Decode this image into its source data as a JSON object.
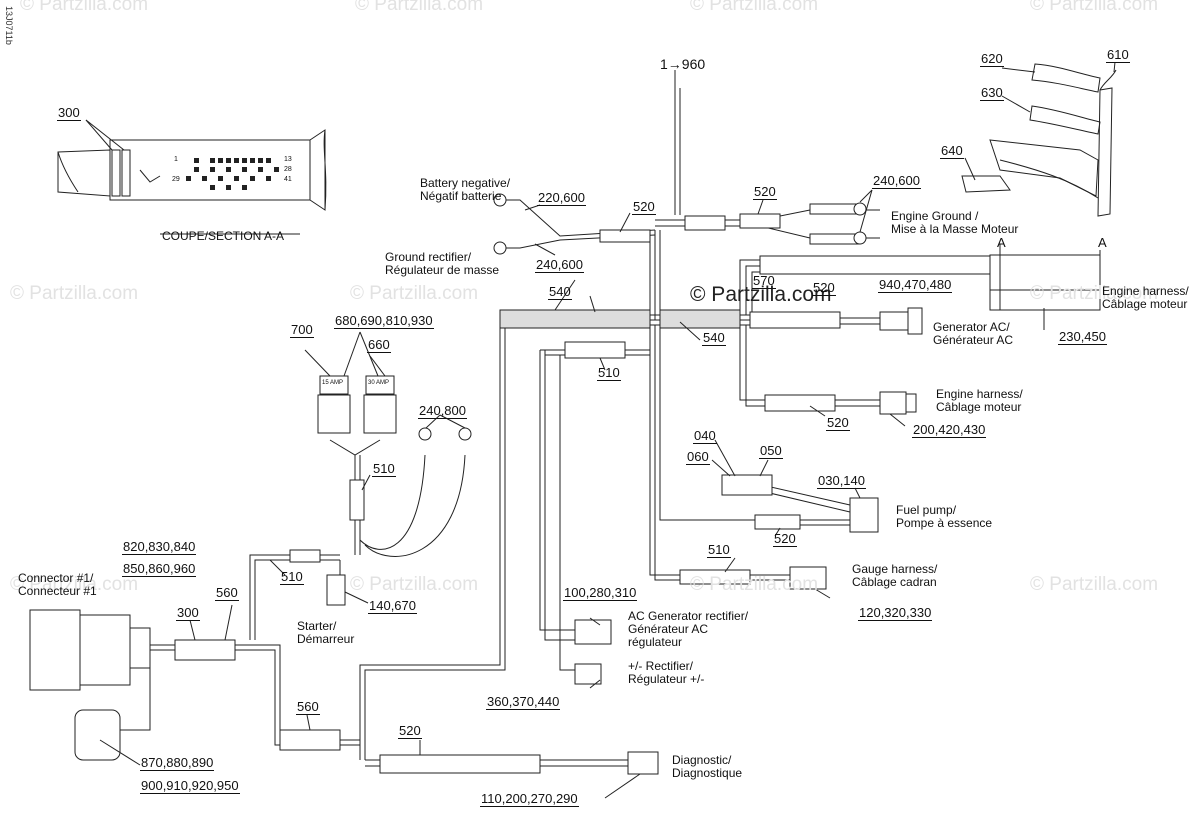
{
  "figure_id": "13J0711b",
  "watermark": "© Partzilla.com",
  "section_label": "COUPE/SECTION A-A",
  "callouts": {
    "r300_top": "300",
    "r1_960": "1→960",
    "r610": "610",
    "r620": "620",
    "r630": "630",
    "r640": "640",
    "r240_600_top": "240,600",
    "r520_top_a": "520",
    "r520_top_b": "520",
    "r220_600": "220,600",
    "r240_600_mid": "240,600",
    "r570": "570",
    "r520_mid": "520",
    "r940": "940,470,480",
    "r540_a": "540",
    "r540_b": "540",
    "r230_450": "230,450",
    "r700": "700",
    "r680": "680,690,810,930",
    "r660": "660",
    "r240_800": "240,800",
    "r510_a": "510",
    "r510_b": "510",
    "r520_c": "520",
    "r200_420": "200,420,430",
    "r040": "040",
    "r050": "050",
    "r060": "060",
    "r030_140": "030,140",
    "r520_d": "520",
    "r510_c": "510",
    "r120_320": "120,320,330",
    "r820": "820,830,840",
    "r850": "850,860,960",
    "r510_d": "510",
    "r140_670": "140,670",
    "r300_low": "300",
    "r560_a": "560",
    "r100_280": "100,280,310",
    "r360_370": "360,370,440",
    "r560_b": "560",
    "r520_e": "520",
    "r870": "870,880,890",
    "r900": "900,910,920,950",
    "r110_200": "110,200,270,290",
    "section_a_left": "A",
    "section_a_right": "A",
    "fuse_15": "15 AMP",
    "fuse_30": "30 AMP"
  },
  "labels": {
    "battery_negative": [
      "Battery negative/",
      "Négatif batterie"
    ],
    "ground_rectifier": [
      "Ground rectifier/",
      "Régulateur de masse"
    ],
    "engine_ground": [
      "Engine Ground /",
      "Mise à la Masse Moteur"
    ],
    "engine_harness_top": [
      "Engine harness/",
      "Câblage moteur"
    ],
    "generator_ac": [
      "Generator AC/",
      "Générateur AC"
    ],
    "engine_harness_mid": [
      "Engine harness/",
      "Câblage moteur"
    ],
    "fuel_pump": [
      "Fuel pump/",
      "Pompe à essence"
    ],
    "gauge_harness": [
      "Gauge harness/",
      "Câblage cadran"
    ],
    "connector1": [
      "Connector #1/",
      "Connecteur #1"
    ],
    "starter": [
      "Starter/",
      "Démarreur"
    ],
    "ac_gen_rectifier": [
      "AC Generator rectifier/",
      "Générateur AC",
      "régulateur"
    ],
    "rectifier_pm": [
      "+/- Rectifier/",
      "Régulateur +/-"
    ],
    "diagnostic": [
      "Diagnostic/",
      "Diagnostique"
    ]
  },
  "connector_pin_numbers": [
    "1",
    "13",
    "28",
    "29",
    "41"
  ]
}
